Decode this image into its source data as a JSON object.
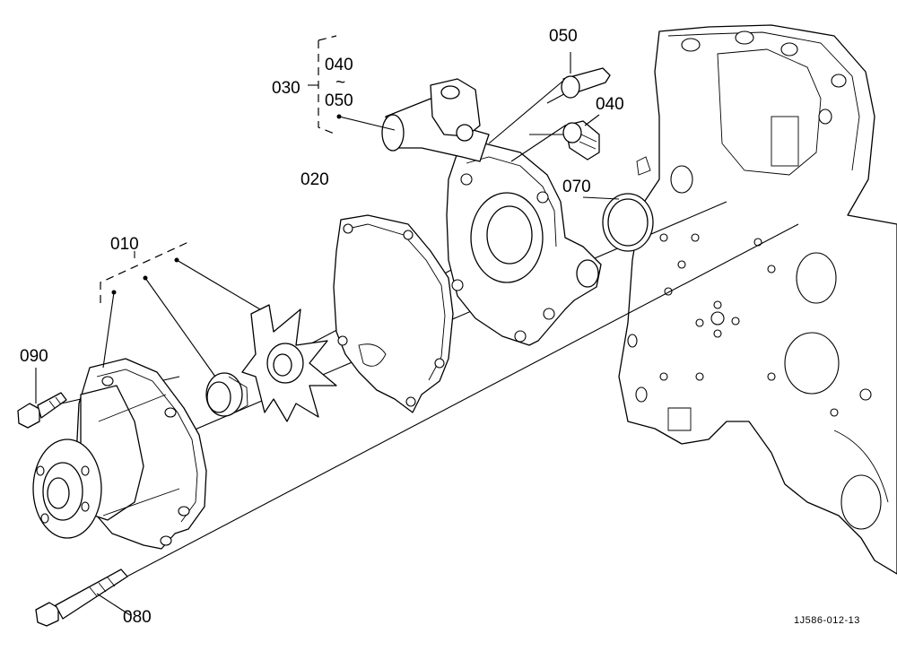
{
  "labels": {
    "p010": "010",
    "p020": "020",
    "p030": "030",
    "p040a": "040",
    "tilde": "~",
    "p050a": "050",
    "p050b": "050",
    "p040b": "040",
    "p070": "070",
    "p080": "080",
    "p090": "090"
  },
  "drawing_code": "1J586-012-13"
}
